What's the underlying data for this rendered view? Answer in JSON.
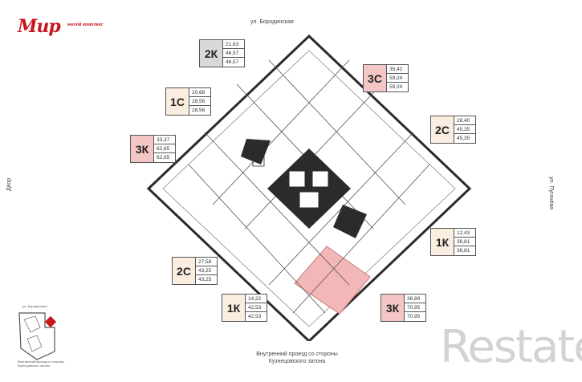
{
  "logo": {
    "wordmark": "Мир",
    "subtitle": "жилой комплекс",
    "color": "#c8161d"
  },
  "streets": {
    "top": "ул. Бородинская",
    "right": "ул. Пугачёва",
    "left": "Двор",
    "bottom_line1": "Внутренний проезд со стороны",
    "bottom_line2": "Кузнецовского затона"
  },
  "apartments": [
    {
      "type": "2К",
      "values": [
        "21,63",
        "46,57",
        "46,57"
      ],
      "style": "gray"
    },
    {
      "type": "3С",
      "values": [
        "35,42",
        "59,24",
        "59,24"
      ],
      "style": "pink"
    },
    {
      "type": "1С",
      "values": [
        "10,68",
        "28,56",
        "28,56"
      ],
      "style": "beige"
    },
    {
      "type": "2С",
      "values": [
        "28,40",
        "45,35",
        "45,35"
      ],
      "style": "beige"
    },
    {
      "type": "3К",
      "values": [
        "33,37",
        "62,65",
        "62,65"
      ],
      "style": "pink"
    },
    {
      "type": "1К",
      "values": [
        "12,43",
        "36,81",
        "36,81"
      ],
      "style": "beige"
    },
    {
      "type": "2С",
      "values": [
        "27,58",
        "43,25",
        "43,25"
      ],
      "style": "beige"
    },
    {
      "type": "1К",
      "values": [
        "14,22",
        "42,53",
        "42,53"
      ],
      "style": "beige"
    },
    {
      "type": "3К",
      "values": [
        "36,89",
        "70,95",
        "70,95"
      ],
      "style": "pink"
    }
  ],
  "keyplan": {
    "street_label": "ул. Бородинская",
    "note": "Внутренний проезд со стороны Кузнецовского затона"
  },
  "watermark": "Restate",
  "colors": {
    "highlight": "#f2b8b8",
    "pink_badge": "#f5c6c6",
    "beige_badge": "#fbeee1",
    "gray_badge": "#d9d9d9",
    "wall": "#2b2b2b"
  }
}
